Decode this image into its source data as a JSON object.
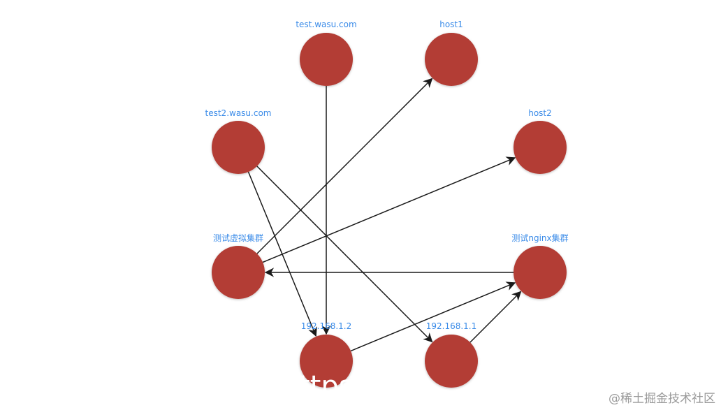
{
  "graph": {
    "nodes": [
      {
        "id": "test-wasu",
        "label": "test.wasu.com"
      },
      {
        "id": "host1",
        "label": "host1"
      },
      {
        "id": "test2-wasu",
        "label": "test2.wasu.com"
      },
      {
        "id": "host2",
        "label": "host2"
      },
      {
        "id": "virtual-cluster",
        "label": "测试虚拟集群"
      },
      {
        "id": "nginx-cluster",
        "label": "测试nginx集群"
      },
      {
        "id": "ip-192-168-1-2",
        "label": "192.168.1.2"
      },
      {
        "id": "ip-192-168-1-1",
        "label": "192.168.1.1"
      }
    ],
    "edges": [
      {
        "from": "test-wasu",
        "to": "ip-192-168-1-2"
      },
      {
        "from": "test2-wasu",
        "to": "ip-192-168-1-2"
      },
      {
        "from": "test2-wasu",
        "to": "ip-192-168-1-1"
      },
      {
        "from": "virtual-cluster",
        "to": "host1"
      },
      {
        "from": "virtual-cluster",
        "to": "host2"
      },
      {
        "from": "nginx-cluster",
        "to": "virtual-cluster"
      },
      {
        "from": "ip-192-168-1-2",
        "to": "nginx-cluster"
      },
      {
        "from": "ip-192-168-1-1",
        "to": "nginx-cluster"
      }
    ],
    "node_color": "#b33d35",
    "edge_color": "#1a1a1a",
    "label_color": "#3a8be8"
  },
  "overlay_text": "ttps      esdi",
  "watermark": "@稀土掘金技术社区"
}
